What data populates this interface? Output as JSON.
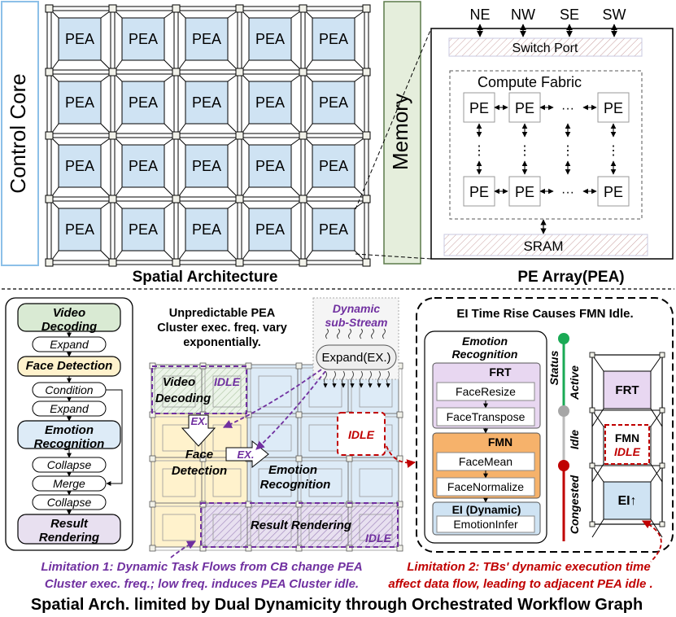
{
  "top": {
    "control_core": "Control Core",
    "memory": "Memory",
    "pea_label": "PEA",
    "spatial_caption": "Spatial Architecture",
    "pea_array_caption": "PE Array(PEA)",
    "ports": [
      "NE",
      "NW",
      "SE",
      "SW"
    ],
    "switch_port": "Switch Port",
    "compute_fabric": "Compute Fabric",
    "pe_label": "PE",
    "ellipsis_h": "···",
    "ellipsis_v": "⋮",
    "sram": "SRAM"
  },
  "workflow": {
    "video_decoding": "Video Decoding",
    "expand": "Expand",
    "face_detection": "Face Detection",
    "condition": "Condition",
    "emotion_recognition": "Emotion Recognition",
    "collapse": "Collapse",
    "merge": "Merge",
    "result_rendering": "Result Rendering"
  },
  "middle": {
    "unpredictable": [
      "Unpredictable PEA",
      "Cluster exec. freq. vary",
      "exponentially."
    ],
    "dynamic_substream": [
      "Dynamic",
      "sub-Stream"
    ],
    "expand_ex": "Expand(EX.)",
    "video_decoding": [
      "Video",
      "Decoding"
    ],
    "idle": "IDLE",
    "ex": "EX.",
    "face_detection": [
      "Face",
      "Detection"
    ],
    "emotion_recognition": [
      "Emotion",
      "Recognition"
    ],
    "result_rendering": "Result Rendering"
  },
  "right": {
    "title": "EI Time Rise Causes FMN Idle.",
    "emotion_recognition": [
      "Emotion",
      "Recognition"
    ],
    "frt": "FRT",
    "face_resize": "FaceResize",
    "face_transpose": "FaceTranspose",
    "fmn": "FMN",
    "face_mean": "FaceMean",
    "face_normalize": "FaceNormalize",
    "ei_dynamic": "EI (Dynamic)",
    "emotion_infer": "EmotionInfer",
    "status": "Status",
    "active": "Active",
    "idle_state": "Idle",
    "congested": "Congested",
    "frt_box": "FRT",
    "fmn_box": "FMN",
    "idle_box": "IDLE",
    "ei_box": "EI↑"
  },
  "limitations": {
    "l1": [
      "Limitation 1: Dynamic Task Flows from CB change PEA",
      "Cluster exec. freq.; low freq. induces PEA Cluster idle."
    ],
    "l2": [
      "Limitation 2: TBs' dynamic execution time",
      "affect data flow, leading to adjacent PEA idle ."
    ]
  },
  "footer": "Spatial Arch. limited by Dual Dynamicity through Orchestrated Workflow Graph",
  "colors": {
    "pea_fill": "#cfe3f3",
    "control_core_border": "#8cc0e8",
    "memory_fill": "#e5eedc",
    "purple": "#7030a0",
    "red": "#c00000",
    "green_node": "#1aaa55",
    "gray_node": "#a6a6a6",
    "red_node": "#c00000",
    "frt_fill": "#e8d7f1",
    "fmn_fill": "#f6b26b",
    "ei_fill": "#cfe3f3",
    "video_fill": "#d9ead3",
    "face_fill": "#fff2cc",
    "emotion_fill": "#ddebf7",
    "result_fill": "#e8e0f0"
  }
}
